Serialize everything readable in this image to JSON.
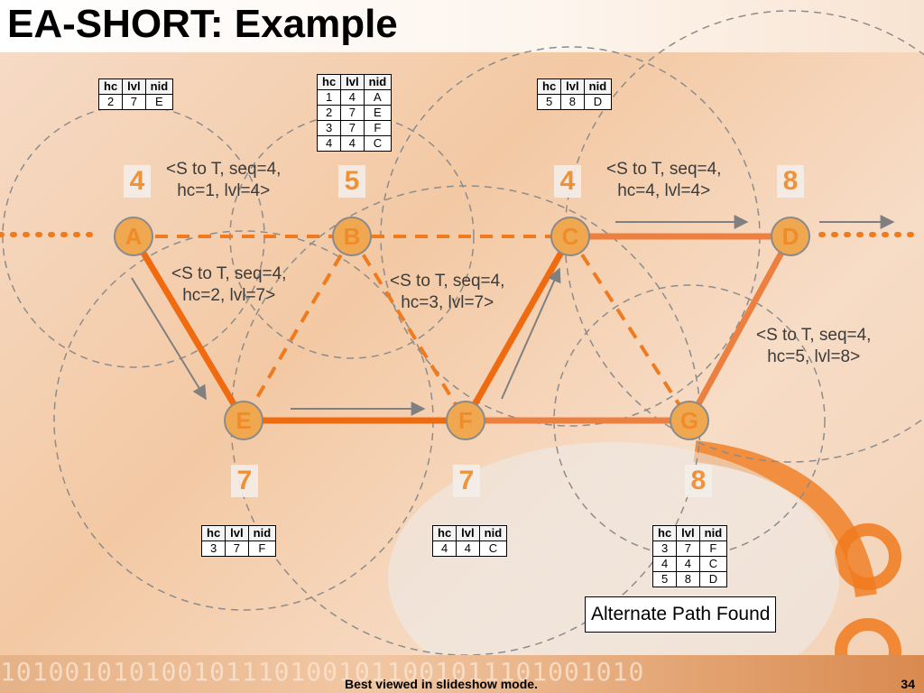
{
  "slide": {
    "title": "EA-SHORT: Example",
    "footer": "Best viewed in slideshow mode.",
    "page_number": "34",
    "binary_text": "1010010101001011101001011001011101001010",
    "callout": "Alternate Path Found"
  },
  "table_headers": [
    "hc",
    "lvl",
    "nid"
  ],
  "tables": {
    "A": [
      [
        "2",
        "7",
        "E"
      ]
    ],
    "B": [
      [
        "1",
        "4",
        "A"
      ],
      [
        "2",
        "7",
        "E"
      ],
      [
        "3",
        "7",
        "F"
      ],
      [
        "4",
        "4",
        "C"
      ]
    ],
    "C": [
      [
        "5",
        "8",
        "D"
      ]
    ],
    "E": [
      [
        "3",
        "7",
        "F"
      ]
    ],
    "F": [
      [
        "4",
        "4",
        "C"
      ]
    ],
    "G": [
      [
        "3",
        "7",
        "F"
      ],
      [
        "4",
        "4",
        "C"
      ],
      [
        "5",
        "8",
        "D"
      ]
    ]
  },
  "nodes": {
    "A": {
      "label": "A",
      "level": "4"
    },
    "B": {
      "label": "B",
      "level": "5"
    },
    "C": {
      "label": "C",
      "level": "4"
    },
    "D": {
      "label": "D",
      "level": "8"
    },
    "E": {
      "label": "E",
      "level": "7"
    },
    "F": {
      "label": "F",
      "level": "7"
    },
    "G": {
      "label": "G",
      "level": "8"
    }
  },
  "messages": {
    "m1": {
      "line1": "<S to T, seq=4,",
      "line2": "hc=1, lvl=4>"
    },
    "m2": {
      "line1": "<S to T, seq=4,",
      "line2": "hc=2, lvl=7>"
    },
    "m3": {
      "line1": "<S to T, seq=4,",
      "line2": "hc=3, lvl=7>"
    },
    "m4": {
      "line1": "<S to T, seq=4,",
      "line2": "hc=4, lvl=4>"
    },
    "m5": {
      "line1": "<S to T, seq=4,",
      "line2": "hc=5, lvl=8>"
    }
  },
  "colors": {
    "accent": "#f07a1e",
    "node_fill": "#f0a850",
    "node_stroke": "#8a8a8a",
    "circle_dash": "#8c8c8c",
    "arrow": "#808080"
  }
}
